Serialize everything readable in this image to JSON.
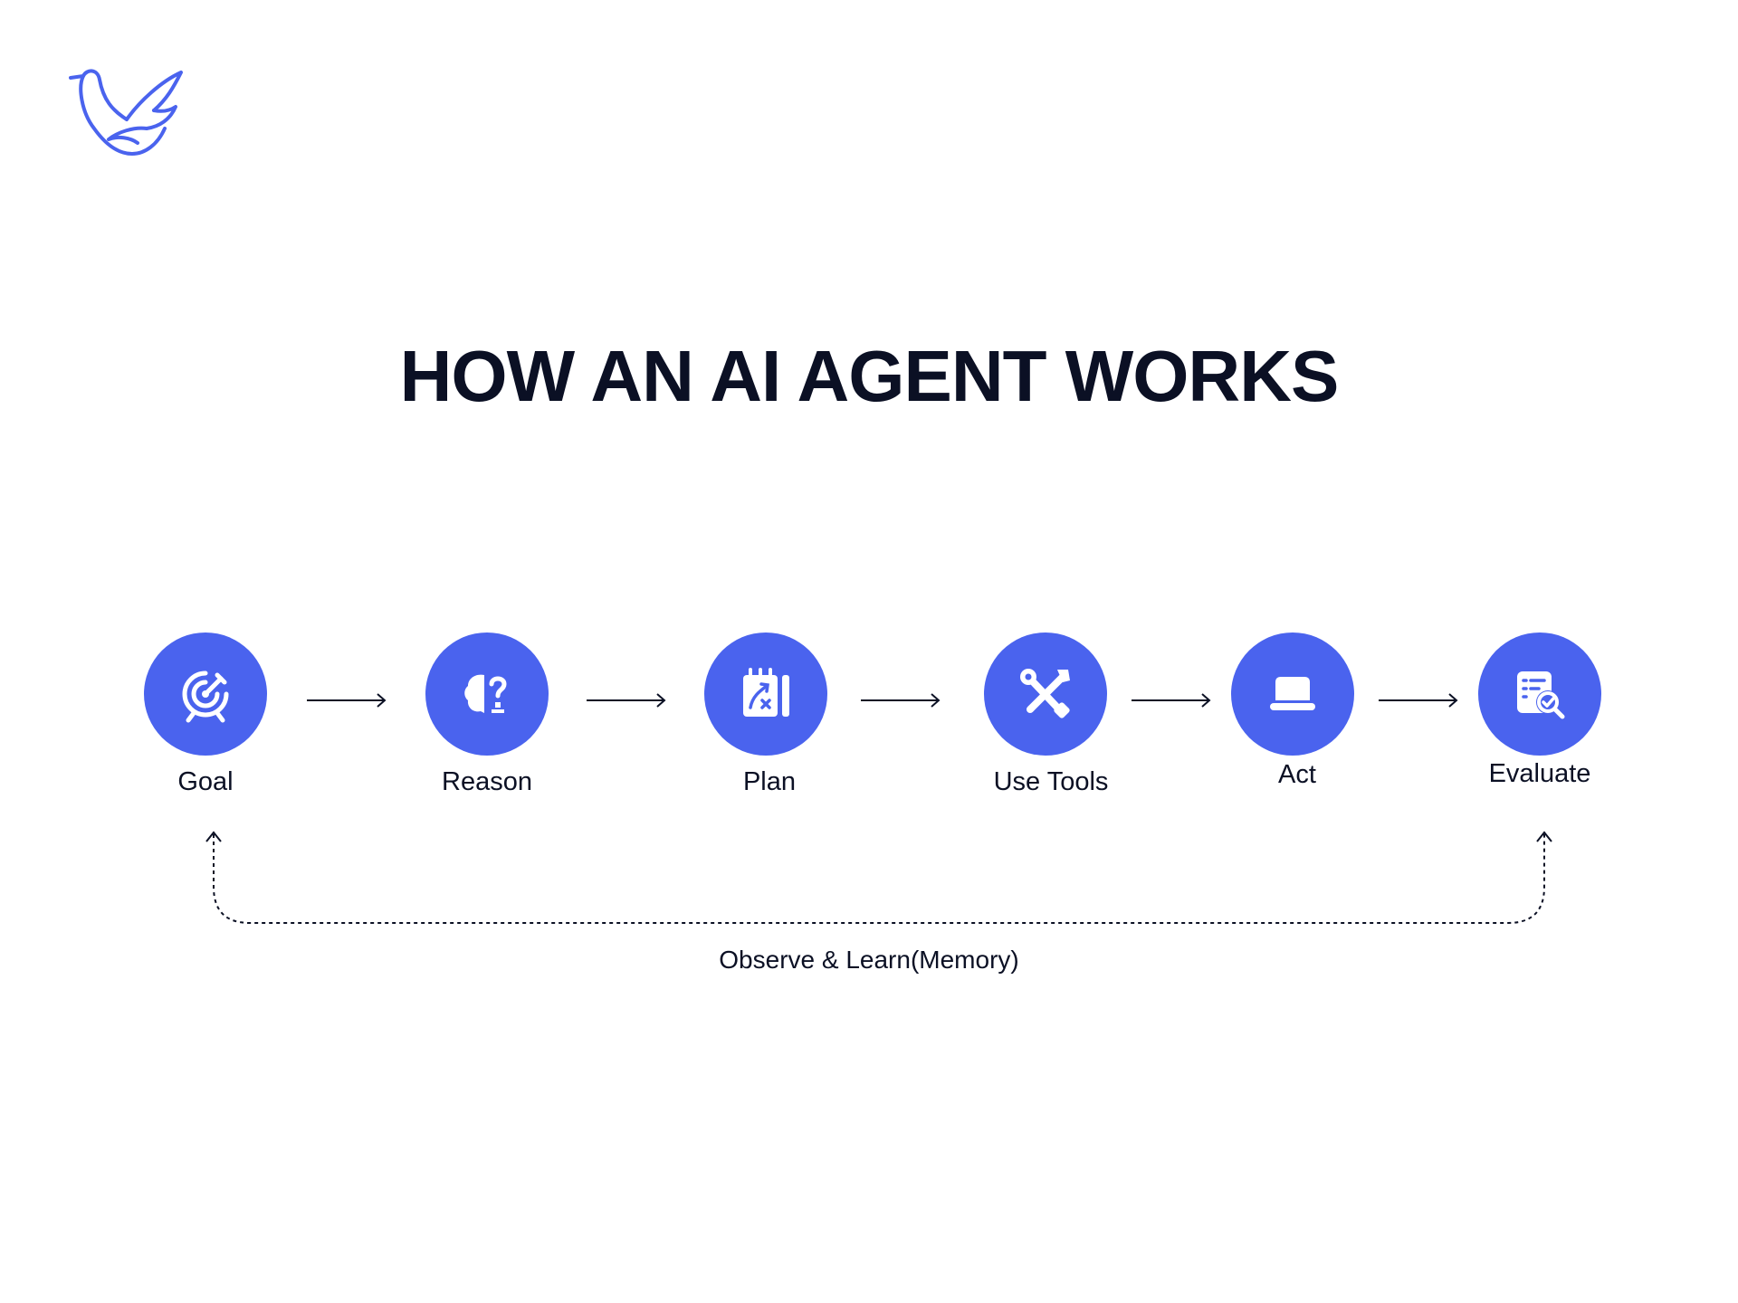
{
  "title": "HOW AN AI AGENT WORKS",
  "brand_color": "#4a63ee",
  "logo": {
    "icon": "bird-icon"
  },
  "steps": [
    {
      "label": "Goal",
      "icon": "target-icon"
    },
    {
      "label": "Reason",
      "icon": "brain-question-icon"
    },
    {
      "label": "Plan",
      "icon": "strategy-notepad-icon"
    },
    {
      "label": "Use Tools",
      "icon": "tools-icon"
    },
    {
      "label": "Act",
      "icon": "laptop-icon"
    },
    {
      "label": "Evaluate",
      "icon": "document-search-icon"
    }
  ],
  "feedback_loop": {
    "label": "Observe & Learn(Memory)",
    "from": "Evaluate",
    "to": "Goal",
    "style": "dotted"
  }
}
